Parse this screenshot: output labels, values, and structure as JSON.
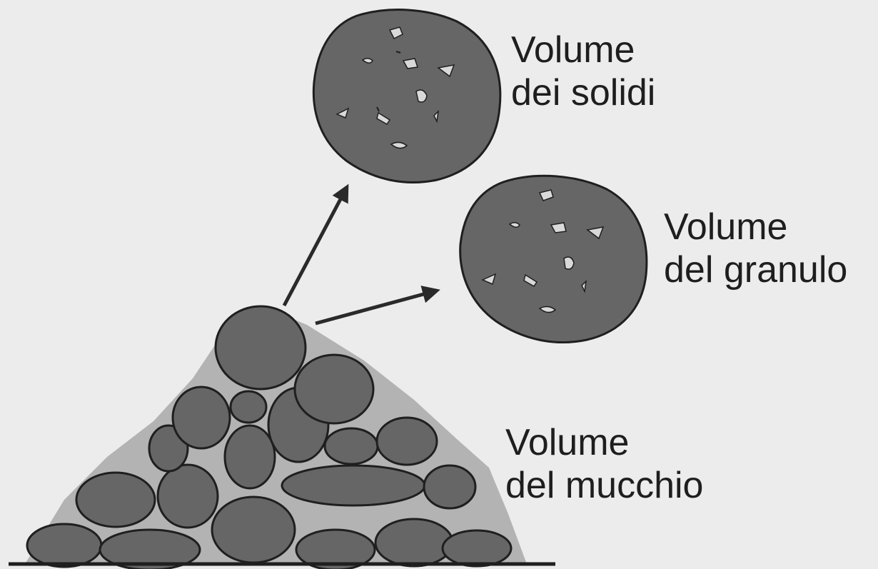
{
  "labels": {
    "solidi": {
      "line1": "Volume",
      "line2": "dei solidi"
    },
    "granulo": {
      "line1": "Volume",
      "line2": "del granulo"
    },
    "mucchio": {
      "line1": "Volume",
      "line2": "del mucchio"
    }
  },
  "colors": {
    "background": "#ececec",
    "granule_fill": "#666666",
    "granule_stroke": "#1f1f1f",
    "pile_envelope": "#b3b3b3",
    "pore_fill": "#d9d9d9",
    "arrow": "#2a2a2a",
    "text": "#1e1e1e"
  }
}
